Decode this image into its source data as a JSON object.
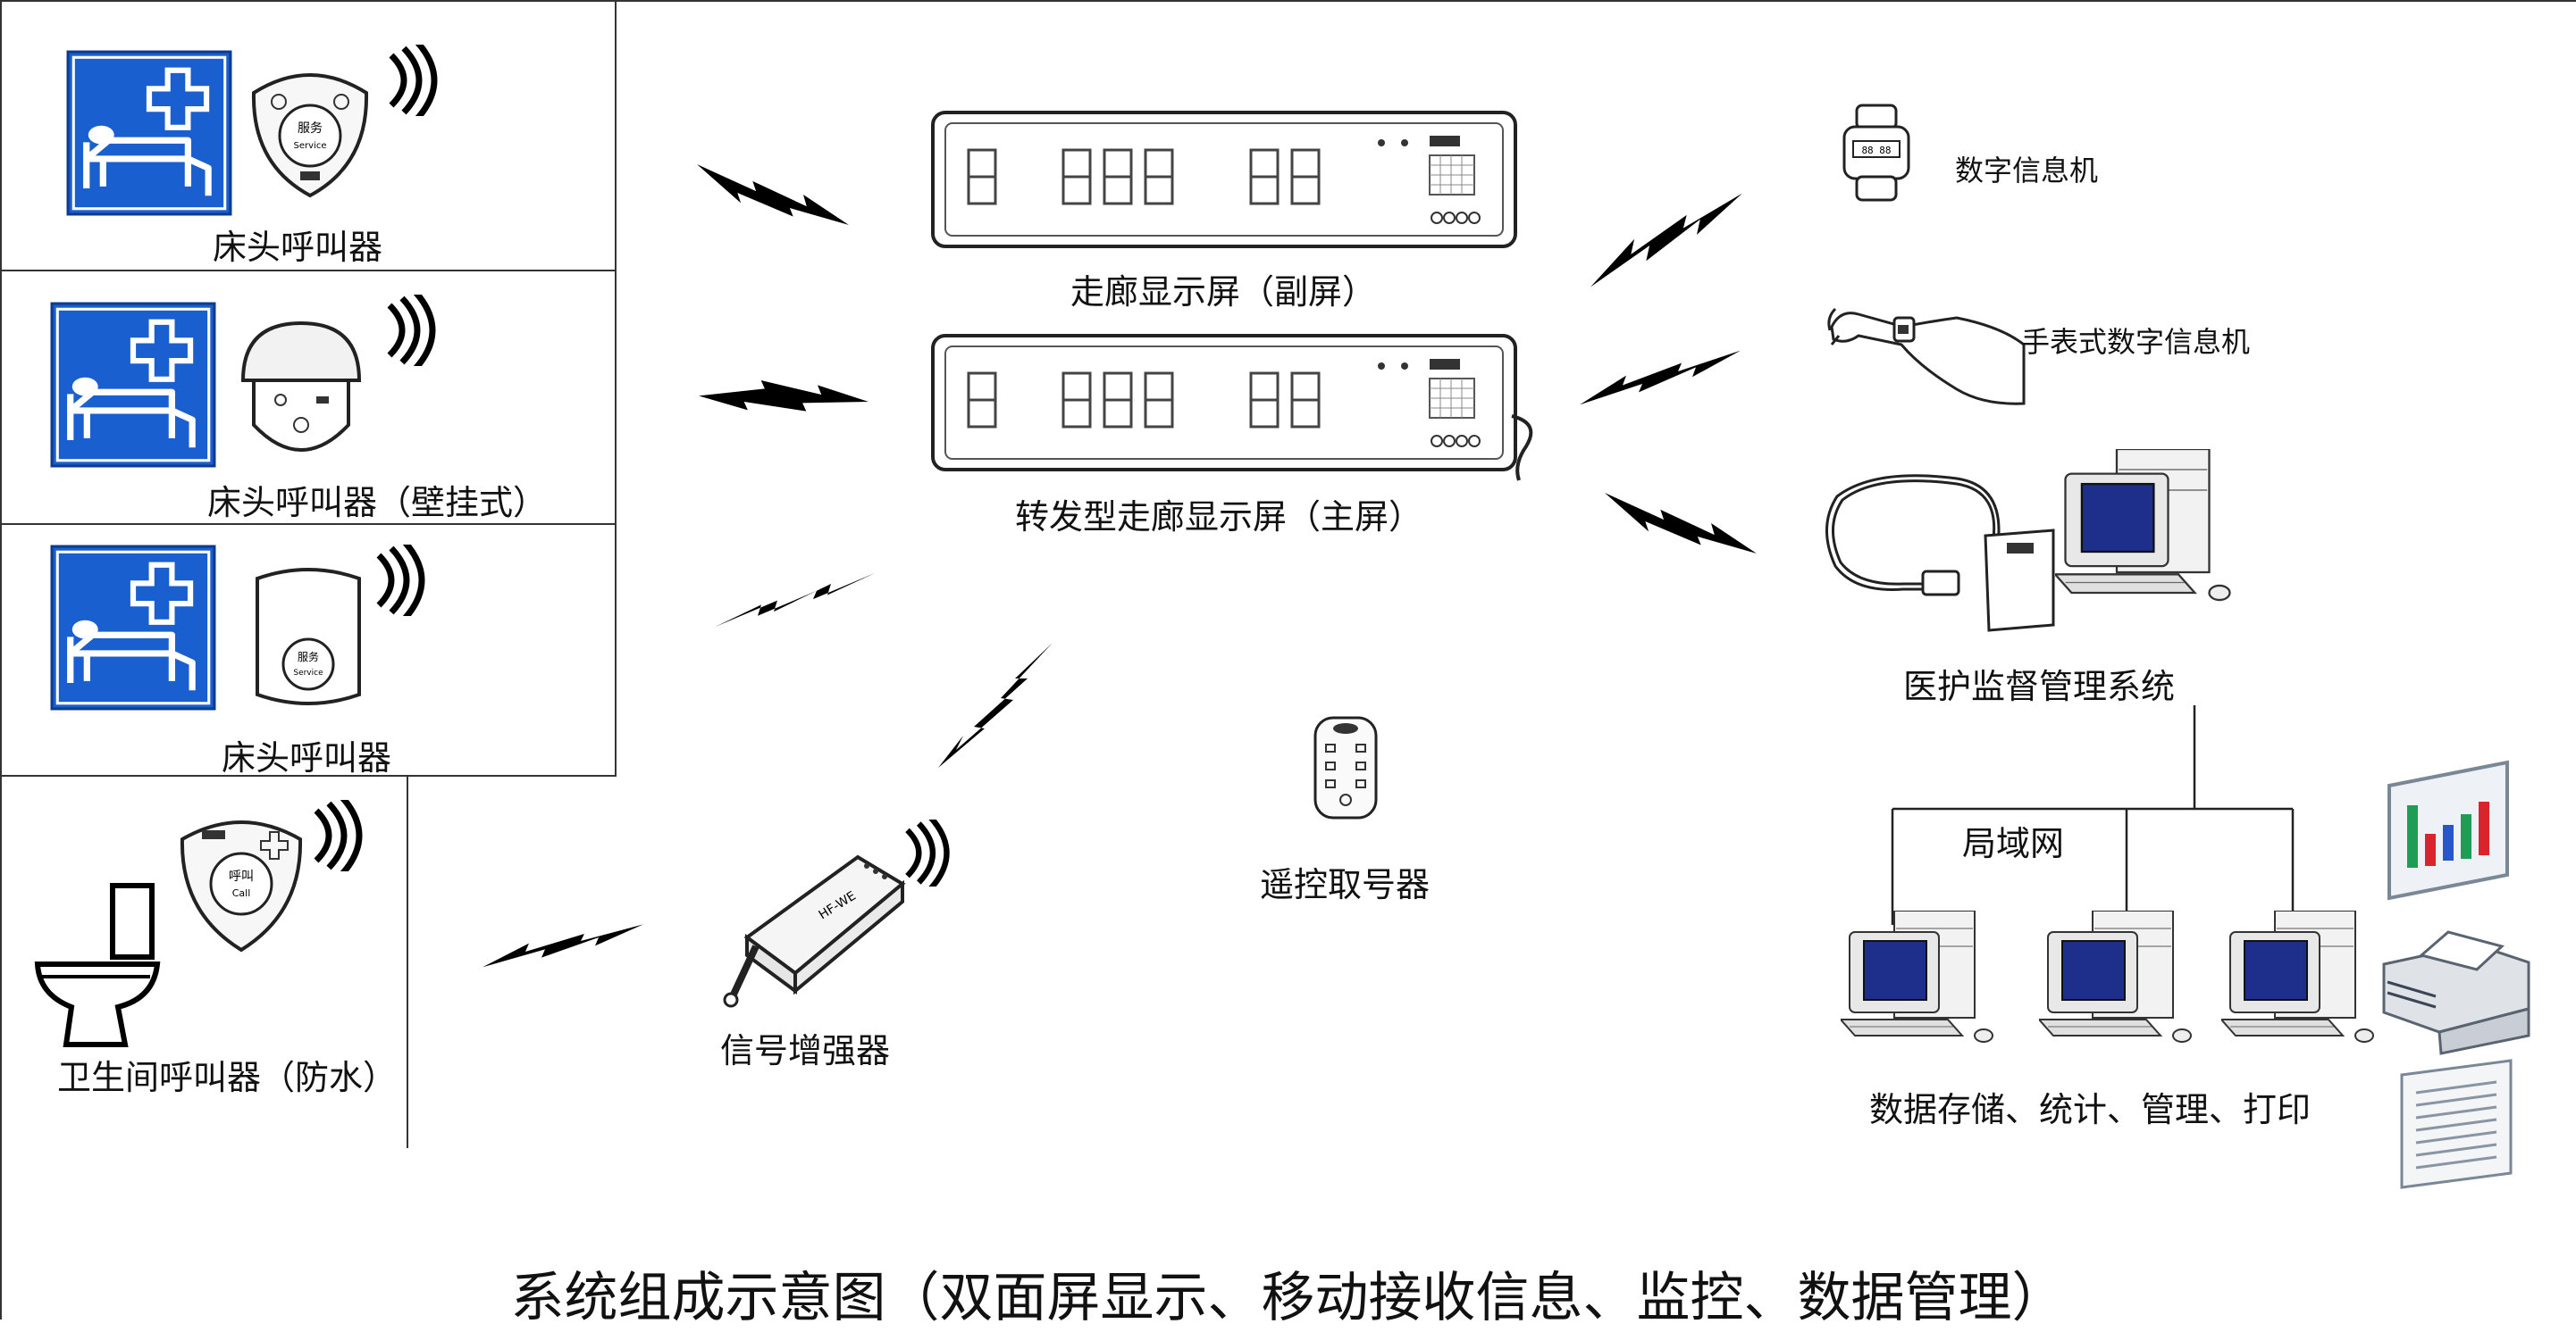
{
  "labels": {
    "bedside_caller_1": "床头呼叫器",
    "bedside_caller_wall": "床头呼叫器（壁挂式）",
    "bedside_caller_3": "床头呼叫器",
    "bathroom_caller": "卫生间呼叫器（防水）",
    "signal_booster": "信号增强器",
    "corridor_sub": "走廊显示屏（副屏）",
    "corridor_main": "转发型走廊显示屏（主屏）",
    "remote": "遥控取号器",
    "digital_pager": "数字信息机",
    "watch_pager": "手表式数字信息机",
    "monitor_system": "医护监督管理系统",
    "lan": "局域网",
    "data_mgmt": "数据存储、统计、管理、打印"
  },
  "device_text": {
    "caller_button_top": "服务",
    "caller_button_sub": "Service",
    "bathroom_button": "呼叫",
    "bathroom_button_sub": "Call",
    "booster_label": "HF-WE",
    "pager_screen": "88 88"
  },
  "title": "系统组成示意图（双面屏显示、移动接收信息、监控、数据管理）",
  "colors": {
    "sign_blue": "#1a5fd0",
    "screen_blue": "#1d2f8a",
    "bar_red": "#d8242a",
    "bar_green": "#1f9c55",
    "bar_blue": "#2656c9"
  },
  "icons": [
    "bed-sign-icon",
    "lightning-icon",
    "wifi-signal-icon",
    "toilet-icon",
    "computer-icon",
    "printer-icon",
    "chart-icon",
    "document-icon"
  ]
}
